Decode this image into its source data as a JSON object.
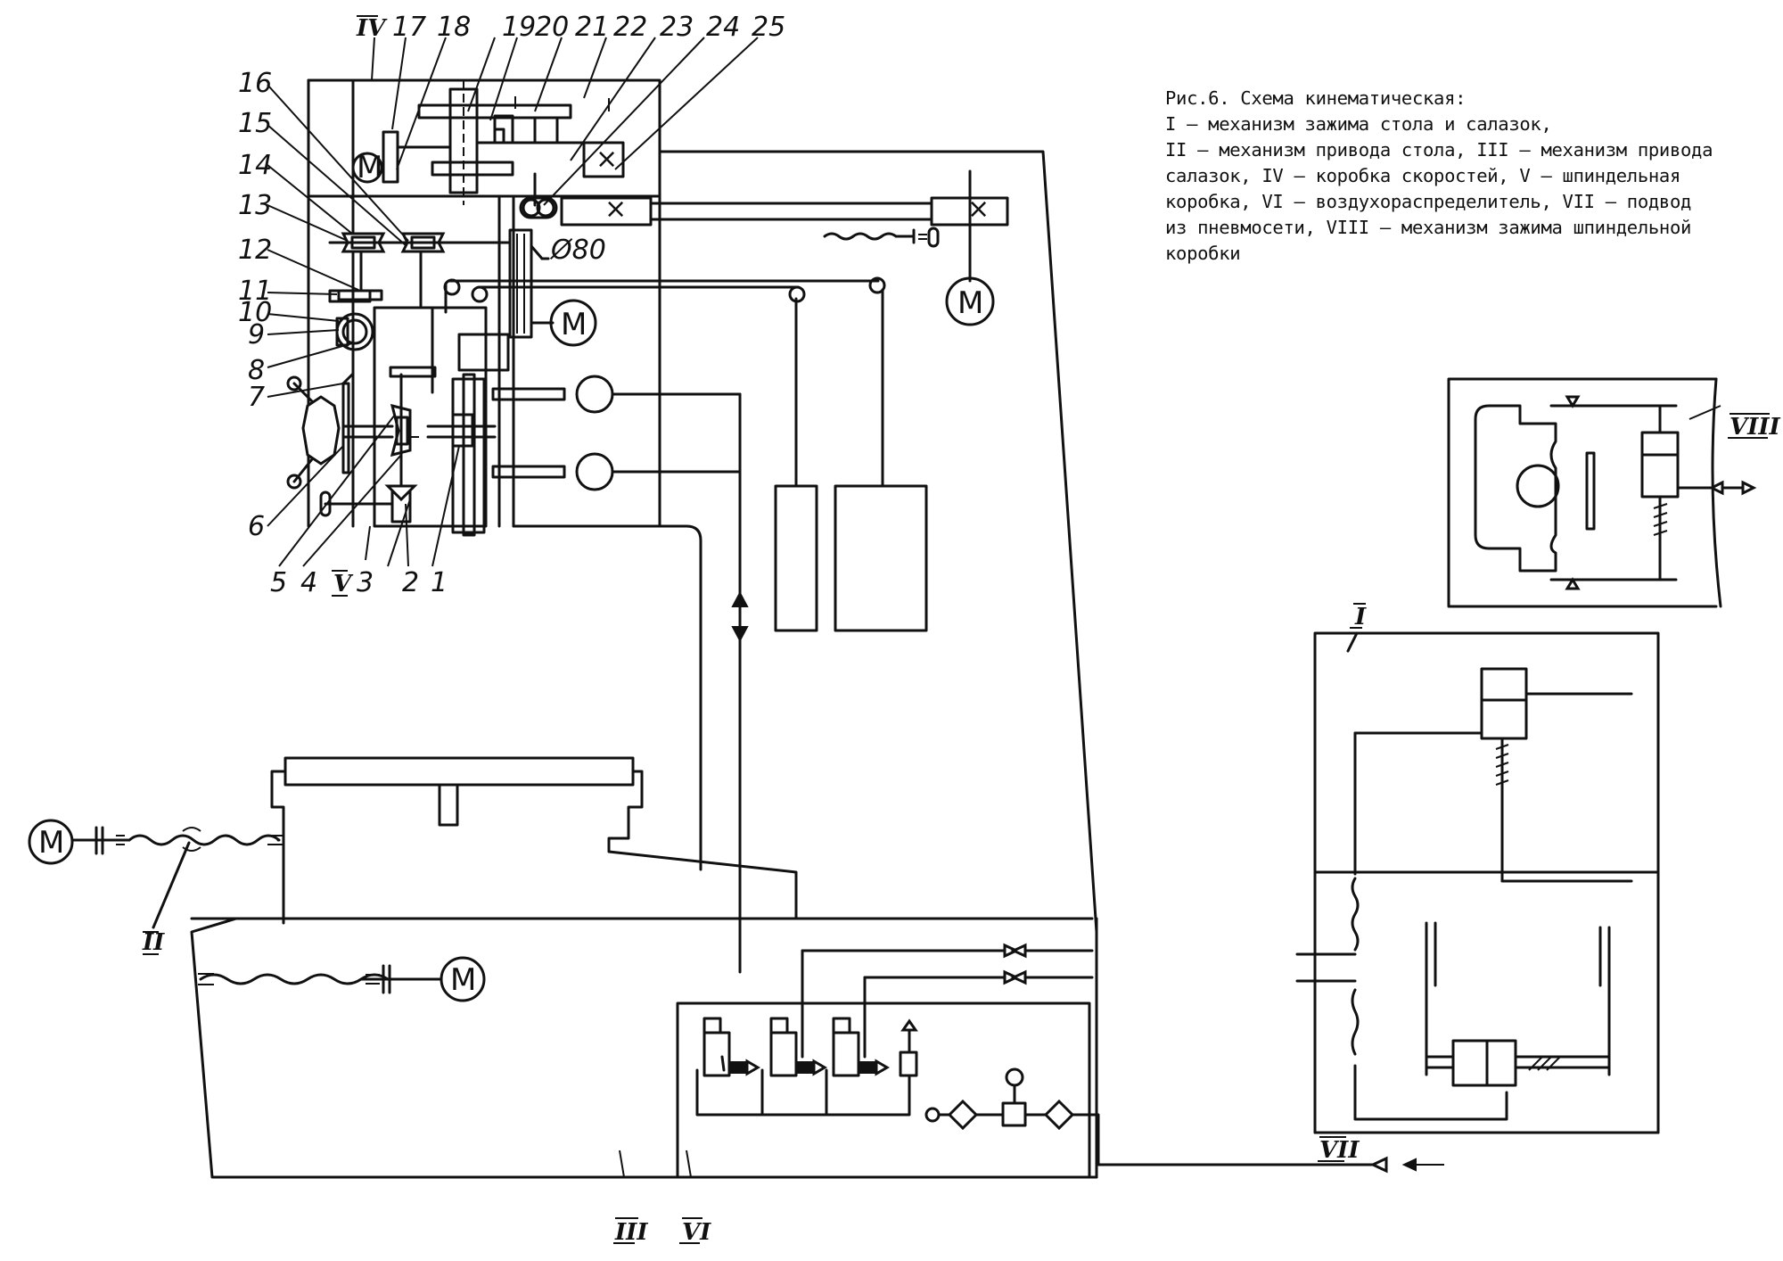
{
  "figure": {
    "caption_lines": [
      "Рис.6. Схема кинематическая:",
      "I – механизм зажима стола и салазок,",
      "II – механизм привода стола, III – механизм привода",
      "салазок, IV – коробка скоростей, V – шпиндельная",
      "коробка, VI – воздухораспределитель, VII – подвод",
      "из пневмосети, VIII – механизм зажима шпиндельной",
      "коробки"
    ]
  },
  "part_numbers": [
    "1",
    "2",
    "3",
    "4",
    "5",
    "6",
    "7",
    "8",
    "9",
    "10",
    "11",
    "12",
    "13",
    "14",
    "15",
    "16",
    "17",
    "18",
    "19",
    "20",
    "21",
    "22",
    "23",
    "24",
    "25"
  ],
  "assembly_labels": {
    "I": "I",
    "II": "II",
    "III": "III",
    "IV": "IV",
    "V": "V",
    "VI": "VI",
    "VII": "VII",
    "VIII": "VIII"
  },
  "pulley_diameter": "Ø80",
  "motor_symbol": "M",
  "legend": [
    {
      "key": "I",
      "text": "механизм зажима стола и салазок"
    },
    {
      "key": "II",
      "text": "механизм привода стола"
    },
    {
      "key": "III",
      "text": "механизм привода салазок"
    },
    {
      "key": "IV",
      "text": "коробка скоростей"
    },
    {
      "key": "V",
      "text": "шпиндельная коробка"
    },
    {
      "key": "VI",
      "text": "воздухораспределитель"
    },
    {
      "key": "VII",
      "text": "подвод из пневмосети"
    },
    {
      "key": "VIII",
      "text": "механизм зажима шпиндельной коробки"
    }
  ]
}
